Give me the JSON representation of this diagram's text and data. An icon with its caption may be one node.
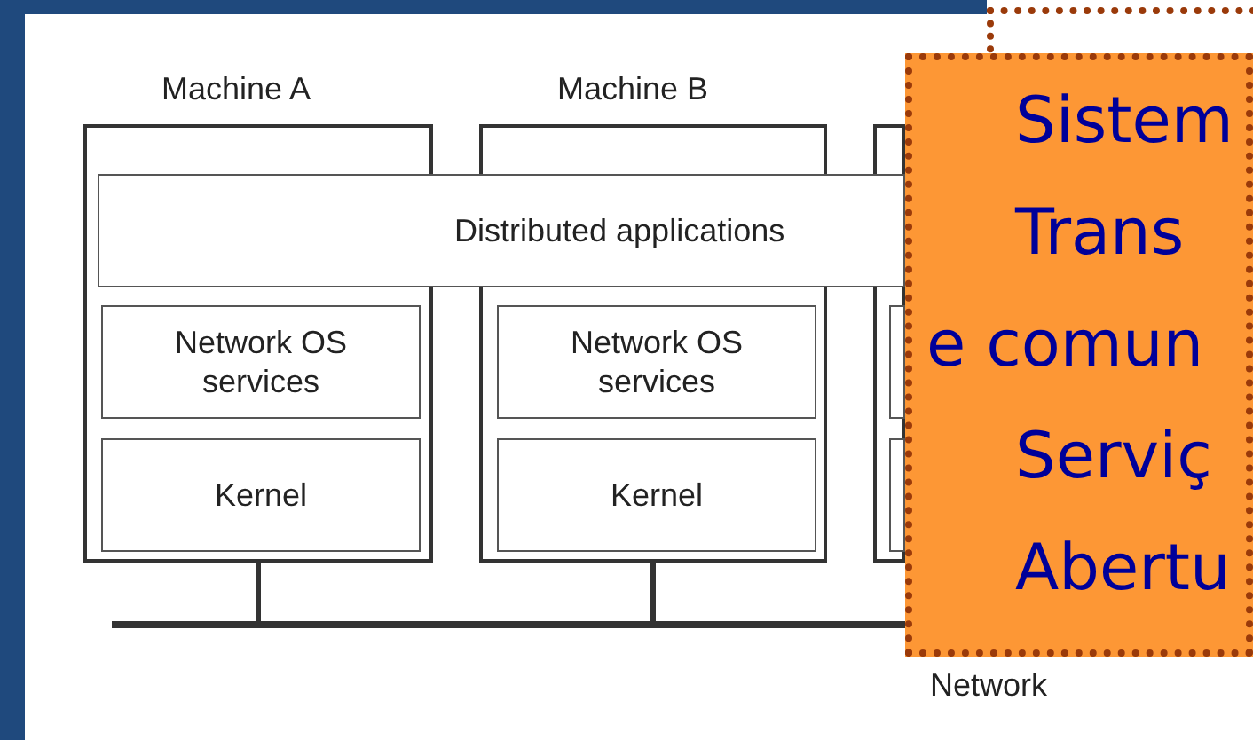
{
  "diagram": {
    "nodes": [
      {
        "text": [
          "Machine A"
        ]
      },
      {
        "text": [
          "Machine B"
        ]
      },
      {
        "text": [],
        "shape": "box"
      },
      {
        "text": [
          "Distributed applications"
        ]
      },
      {
        "text": [
          "Network OS services"
        ],
        "in": 0
      },
      {
        "text": [
          "Kernel"
        ],
        "in": 0
      },
      {
        "text": [
          "Network OS services"
        ],
        "in": 1
      },
      {
        "text": [
          "Kernel"
        ],
        "in": 1
      },
      {
        "text": [],
        "shape": "box",
        "in": 2
      },
      {
        "text": [],
        "shape": "box",
        "in": 2
      },
      {
        "text": [],
        "shape": "bar"
      },
      {
        "text": [
          "Sistem",
          "Trans",
          "e comun",
          "Serviç",
          "Abertu"
        ]
      }
    ],
    "edges": [
      {
        "from": 0,
        "to": 10,
        "arrow": "none"
      },
      {
        "from": 1,
        "to": 10,
        "arrow": "none"
      }
    ],
    "labels": [
      "Network"
    ]
  }
}
